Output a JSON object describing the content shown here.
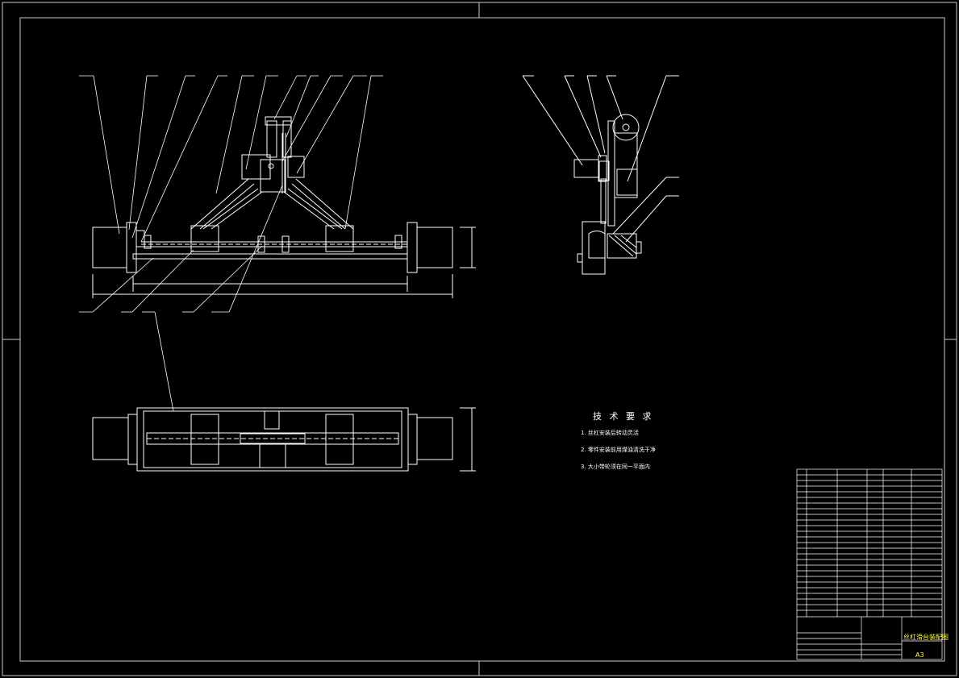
{
  "drawing": {
    "colors": {
      "background": "#000000",
      "line": "#ffffff",
      "accent": "#ffff33",
      "border": "#cccccc"
    }
  },
  "tech_requirements": {
    "title": "技 术 要 求",
    "items": [
      "1. 丝杠安装后转动灵活",
      "2. 零件安装前用煤油清洗干净",
      "3. 大小带轮须在同一平面内"
    ]
  },
  "title_block": {
    "drawing_name": "丝杠滑台装配图",
    "scale": "A3"
  }
}
